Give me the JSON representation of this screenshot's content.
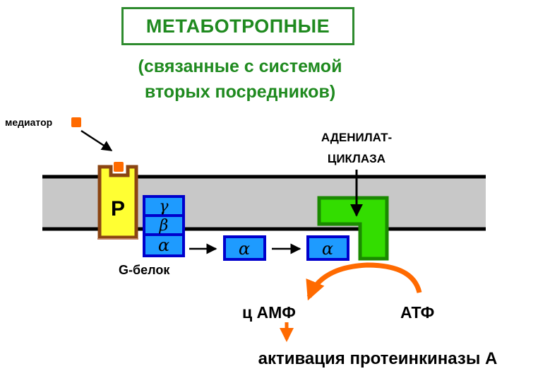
{
  "title": "МЕТАБОТРОПНЫЕ",
  "subtitle_line1": "(связанные с системой",
  "subtitle_line2": "вторых посредников)",
  "labels": {
    "mediator": "медиатор",
    "receptor": "Р",
    "g_protein": "G-белок",
    "adenylate_line1": "АДЕНИЛАТ-",
    "adenylate_line2": "ЦИКЛАЗА",
    "camp": "ц АМФ",
    "atp": "АТФ",
    "activation": "активация протеинкиназы А"
  },
  "subunits": {
    "gamma": "γ",
    "beta": "β",
    "alpha": "α"
  },
  "colors": {
    "title_green": "#1f8a1f",
    "membrane": "#c8c8c8",
    "receptor": "#ffff33",
    "receptor_border": "#8b4513",
    "mediator": "#ff6a00",
    "subunit_fill": "#1e9bff",
    "subunit_border": "#0000cc",
    "enzyme": "#33dd00",
    "enzyme_border": "#1a8a00",
    "arrow_orange": "#ff6a00"
  }
}
